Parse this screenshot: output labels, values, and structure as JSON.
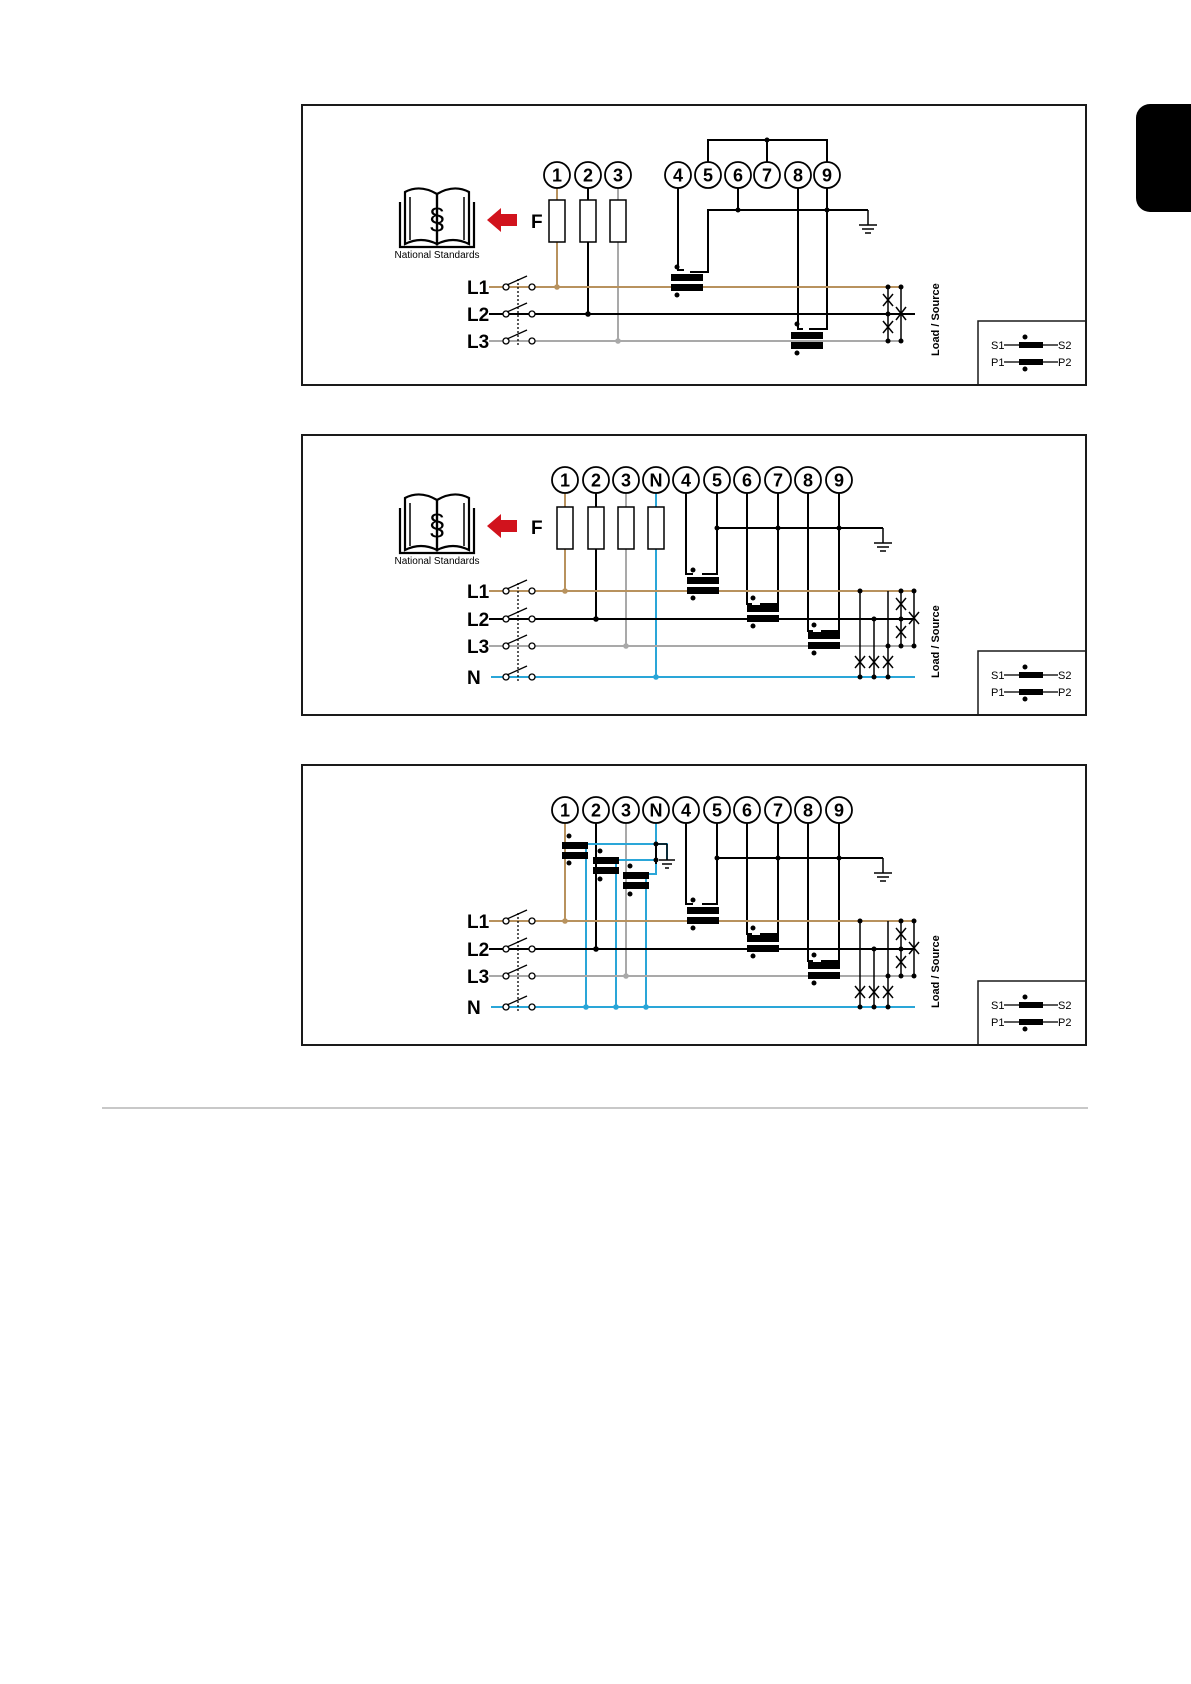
{
  "colors": {
    "frame": "#1a1a1a",
    "L1": "#b8925e",
    "L2": "#000000",
    "L3": "#a9a9a9",
    "N": "#2aa6d8",
    "arrow": "#d1131d",
    "rule": "#c8c8c8",
    "edge_tab": "#000000"
  },
  "icons": {
    "book": "national-standards-book-icon",
    "arrow": "red-arrow-icon",
    "ground": "ground-icon",
    "switch": "switch-icon",
    "ct": "current-transformer-icon"
  },
  "national_standards_label": "National Standards",
  "fuse_label": "F",
  "load_source_label": "Load / Source",
  "legend": {
    "s1": "S1",
    "s2": "S2",
    "p1": "P1",
    "p2": "P2"
  },
  "diagrams": [
    {
      "id": "3-wire",
      "terminals": [
        "1",
        "2",
        "3",
        "4",
        "5",
        "6",
        "7",
        "8",
        "9"
      ],
      "lines": [
        "L1",
        "L2",
        "L3"
      ]
    },
    {
      "id": "4-wire",
      "terminals": [
        "1",
        "2",
        "3",
        "N",
        "4",
        "5",
        "6",
        "7",
        "8",
        "9"
      ],
      "lines": [
        "L1",
        "L2",
        "L3",
        "N"
      ]
    },
    {
      "id": "4-wire-voltage-transformers",
      "terminals": [
        "1",
        "2",
        "3",
        "N",
        "4",
        "5",
        "6",
        "7",
        "8",
        "9"
      ],
      "lines": [
        "L1",
        "L2",
        "L3",
        "N"
      ]
    }
  ]
}
